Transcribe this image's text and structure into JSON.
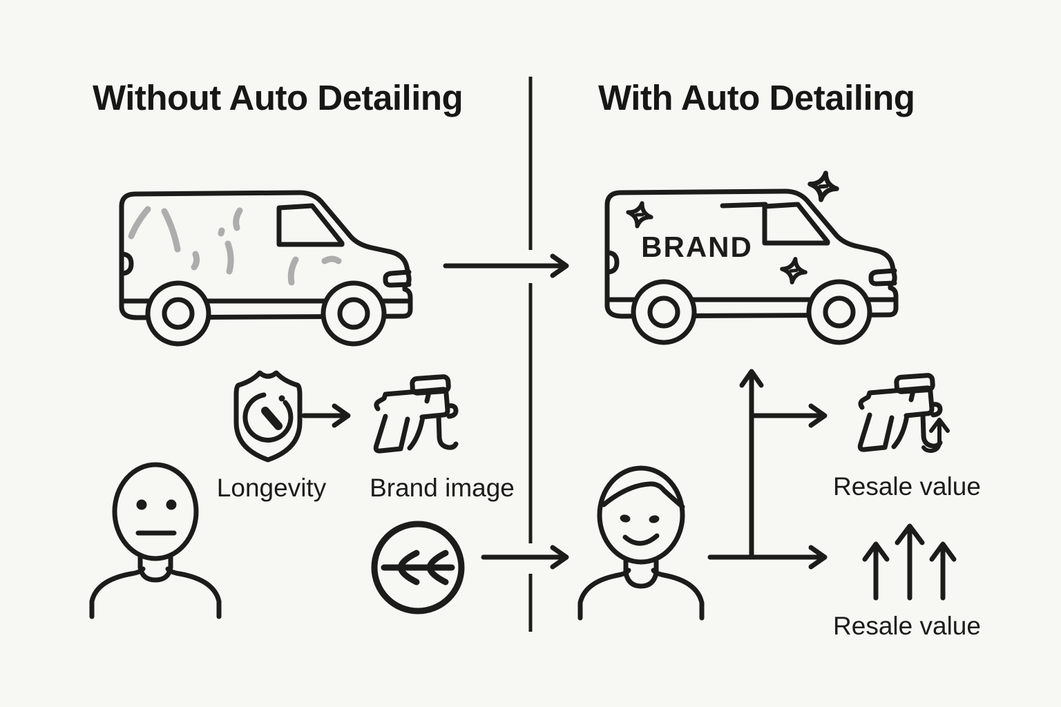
{
  "canvas": {
    "background_color": "#f7f7f3",
    "line_color": "#1c1c1a",
    "dirt_color": "#adadad"
  },
  "left_panel": {
    "heading": "Without Auto Detailing",
    "longevity_label": "Longevity",
    "brand_image_label": "Brand image",
    "person_mood": "neutral",
    "icons": [
      "dirty-van-icon",
      "shield-gauge-icon",
      "spray-gun-icon",
      "neutral-person-icon",
      "rewind-circle-icon"
    ]
  },
  "right_panel": {
    "heading": "With Auto Detailing",
    "van_brand_text": "BRAND",
    "resale_value_top_label": "Resale value",
    "resale_value_bottom_label": "Resale value",
    "person_mood": "happy",
    "icons": [
      "clean-van-icon",
      "sparkle-icon",
      "happy-person-icon",
      "spray-gun-increase-icon",
      "triple-up-arrows-icon"
    ]
  }
}
